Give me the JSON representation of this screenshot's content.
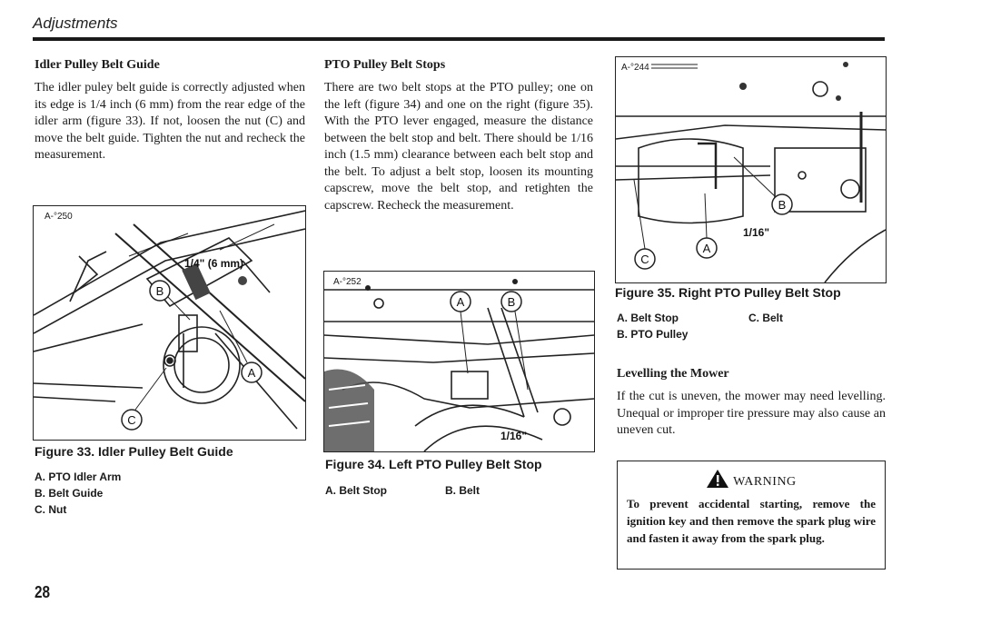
{
  "header": {
    "section_title": "Adjustments"
  },
  "idler": {
    "heading": "Idler Pulley Belt Guide",
    "text": "The idler puley belt guide is correctly adjusted when its edge is 1/4 inch (6 mm) from the rear edge of the idler arm (figure 33). If not, loosen the nut (C) and move the belt guide. Tighten the nut and recheck the measurement."
  },
  "pto": {
    "heading": "PTO Pulley Belt Stops",
    "text": "There are two belt stops at the PTO pulley; one on the left (figure 34) and one on the right (figure 35). With the PTO lever engaged, measure the distance between the belt stop and belt. There should be 1/16 inch (1.5 mm) clearance between each belt stop and the belt. To adjust a belt stop, loosen its mounting capscrew, move the belt stop, and retighten the capscrew. Recheck the measurement."
  },
  "fig33": {
    "id": "A-°250",
    "dimension": "1/4\" (6 mm)",
    "callout_a": "A",
    "callout_b": "B",
    "callout_c": "C",
    "caption": "Figure 33. Idler Pulley Belt Guide",
    "legend": [
      "A. PTO Idler Arm",
      "B. Belt Guide",
      "C. Nut"
    ]
  },
  "fig34": {
    "id": "A-°252",
    "dimension": "1/16\"",
    "callout_a": "A",
    "callout_b": "B",
    "caption": "Figure 34. Left PTO Pulley Belt Stop",
    "legend": [
      "A. Belt Stop",
      "B. Belt"
    ]
  },
  "fig35": {
    "id": "A-°244",
    "dimension": "1/16\"",
    "callout_a": "A",
    "callout_b": "B",
    "callout_c": "C",
    "caption": "Figure 35. Right PTO Pulley Belt Stop",
    "legend": [
      "A. Belt Stop",
      "B. PTO Pulley",
      "C. Belt"
    ]
  },
  "levelling": {
    "heading": "Levelling the Mower",
    "text": "If the cut is uneven, the mower may need levelling. Unequal or improper tire pressure may also cause an uneven cut."
  },
  "warning": {
    "title": "WARNING",
    "icon": "warning-triangle-icon",
    "text": "To prevent accidental starting, remove the ignition key and then remove the spark plug wire and fasten it away from the spark plug."
  },
  "footer": {
    "page_number": "28"
  }
}
